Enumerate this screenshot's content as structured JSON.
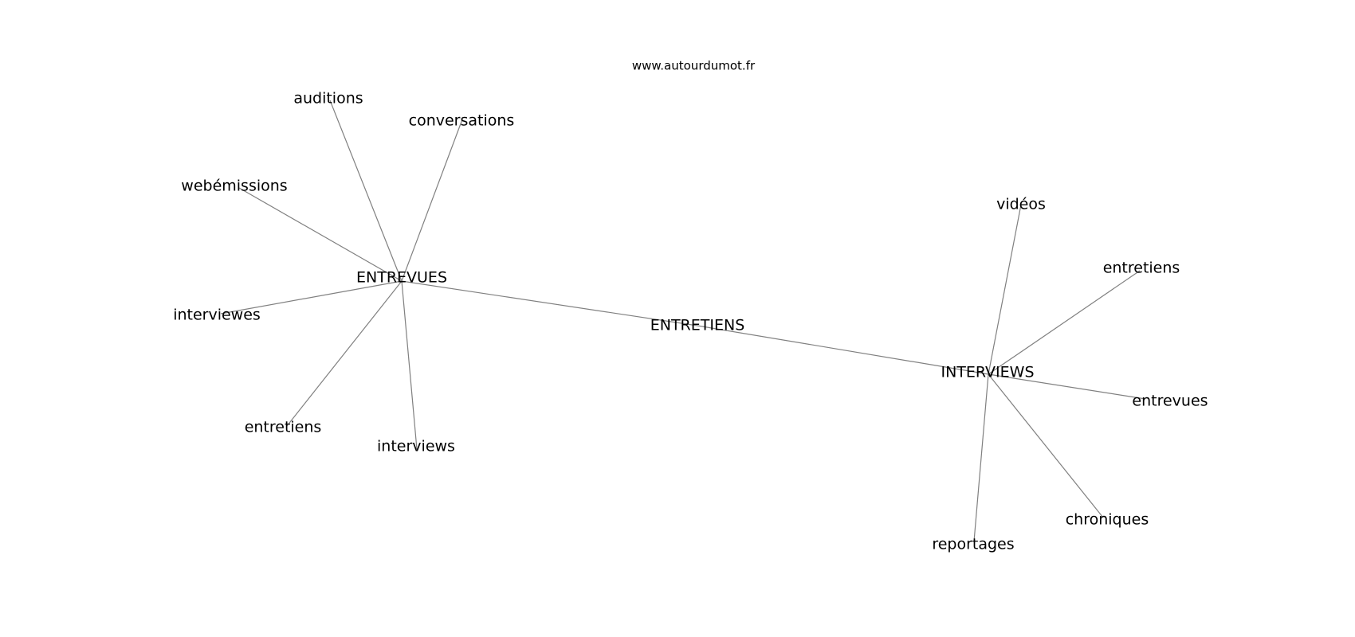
{
  "source": "www.autourdumot.fr",
  "edge_color": "#808080",
  "nodes": {
    "center": "ENTRETIENS",
    "hub_left": "ENTREVUES",
    "hub_right": "INTERVIEWS",
    "left_auditions": "auditions",
    "left_conversations": "conversations",
    "left_webemissions": "webémissions",
    "left_interviewes": "interviewes",
    "left_entretiens": "entretiens",
    "left_interviews": "interviews",
    "right_videos": "vidéos",
    "right_entretiens": "entretiens",
    "right_entrevues": "entrevues",
    "right_chroniques": "chroniques",
    "right_reportages": "reportages"
  },
  "edges": [
    [
      "hub_left",
      "center"
    ],
    [
      "center",
      "hub_right"
    ],
    [
      "hub_left",
      "left_auditions"
    ],
    [
      "hub_left",
      "left_conversations"
    ],
    [
      "hub_left",
      "left_webemissions"
    ],
    [
      "hub_left",
      "left_interviewes"
    ],
    [
      "hub_left",
      "left_entretiens"
    ],
    [
      "hub_left",
      "left_interviews"
    ],
    [
      "hub_right",
      "right_videos"
    ],
    [
      "hub_right",
      "right_entretiens"
    ],
    [
      "hub_right",
      "right_entrevues"
    ],
    [
      "hub_right",
      "right_chroniques"
    ],
    [
      "hub_right",
      "right_reportages"
    ]
  ]
}
